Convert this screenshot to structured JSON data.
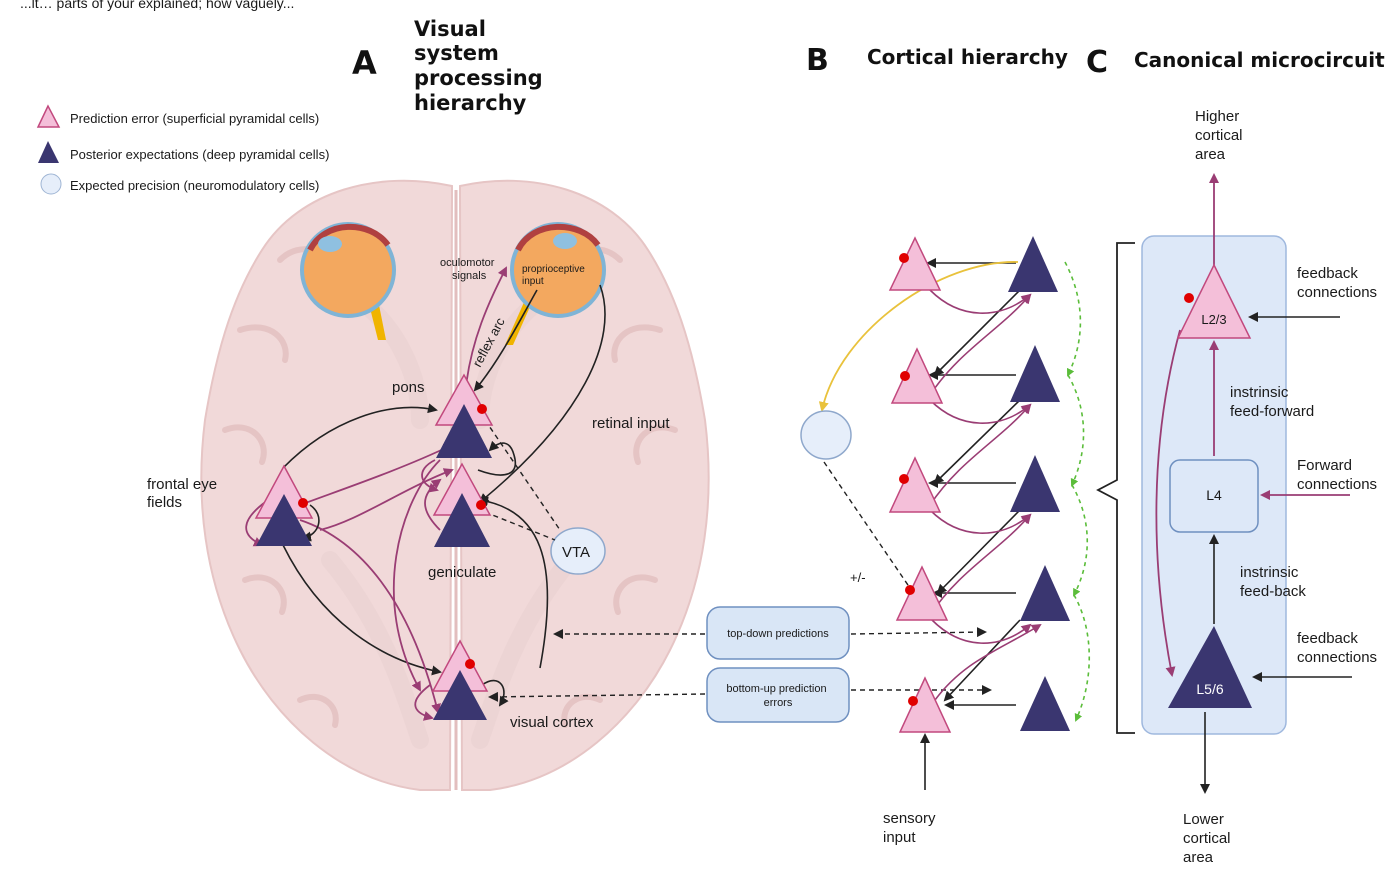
{
  "top_caption": "...lt… parts of your explained; how vaguely...",
  "panel_a": {
    "letter": "A",
    "title_lines": [
      "Visual",
      "system",
      "processing",
      "hierarchy"
    ],
    "legend": [
      {
        "label": "Prediction error (superficial pyramidal cells)"
      },
      {
        "label": "Posterior expectations (deep pyramidal cells)"
      },
      {
        "label": "Expected precision (neuromodulatory cells)"
      }
    ],
    "labels": {
      "oculomotor": [
        "oculomotor",
        "signals"
      ],
      "proprioceptive": [
        "proprioceptive",
        "input"
      ],
      "reflex_arc": "reflex arc",
      "pons": "pons",
      "retinal_input": "retinal input",
      "frontal_eye_fields": [
        "frontal eye",
        "fields"
      ],
      "vta": "VTA",
      "geniculate": "geniculate",
      "visual_cortex": "visual cortex"
    },
    "boxes": {
      "top_down": "top-down predictions",
      "bottom_up": [
        "bottom-up prediction",
        "errors"
      ]
    }
  },
  "panel_b": {
    "letter": "B",
    "title": "Cortical hierarchy",
    "plus_minus": "+/-",
    "sensory_input": [
      "sensory",
      "input"
    ]
  },
  "panel_c": {
    "letter": "C",
    "title": "Canonical microcircuit",
    "higher_area": [
      "Higher",
      "cortical",
      "area"
    ],
    "lower_area": [
      "Lower",
      "cortical",
      "area"
    ],
    "feedback_top": [
      "feedback",
      "connections"
    ],
    "forward": [
      "Forward",
      "connections"
    ],
    "feedback_bottom": [
      "feedback",
      "connections"
    ],
    "intrinsic_ff": [
      "instrinsic",
      "feed-forward"
    ],
    "intrinsic_fb": [
      "instrinsic",
      "feed-back"
    ],
    "l23": "L2/3",
    "l4": "L4",
    "l56": "L5/6"
  },
  "colors": {
    "pink": "#f4bfd9",
    "pink_stroke": "#c2497e",
    "navy": "#3a3670",
    "precision": "#e6eefa",
    "arrow_purple": "#9a3d74",
    "arrow_dark": "#222222",
    "arrow_green": "#5bbd3a",
    "arrow_yellow": "#e9c23c",
    "box_fill": "#d9e6f6",
    "box_stroke": "#6f90c0",
    "brain": "#f1d9d9",
    "red_dot": "#e00000"
  }
}
